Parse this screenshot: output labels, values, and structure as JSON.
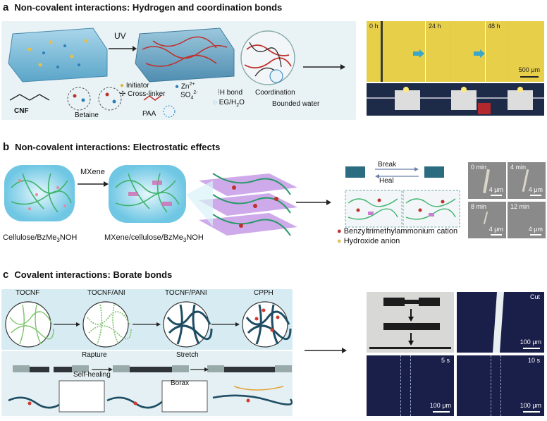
{
  "panel_a": {
    "letter": "a",
    "title": "Non-covalent interactions: Hydrogen and coordination bonds",
    "uv": "UV",
    "legend": {
      "initiator": "Initiator",
      "crosslinker": "Cross-linker",
      "zn": "Zn",
      "zn_sup": "2+",
      "so4": "SO",
      "so4_sub": "4",
      "so4_sup": "2-",
      "hbond": "H bond",
      "coordination": "Coordination",
      "eg": "EG/H",
      "eg_sub": "2",
      "eg_tail": "O",
      "bounded": "Bounded water"
    },
    "molecules": {
      "cnf": "CNF",
      "betaine": "Betaine",
      "paa": "PAA"
    },
    "time_labels": [
      "0 h",
      "24 h",
      "48 h"
    ],
    "scale": "500 μm"
  },
  "panel_b": {
    "letter": "b",
    "title": "Non-covalent interactions: Electrostatic effects",
    "mxene": "MXene",
    "label_left": "Cellulose/BzMe",
    "label_left_sub": "3",
    "label_left_tail": "NOH",
    "label_mid": "MXene/cellulose/BzMe",
    "label_mid_sub": "3",
    "label_mid_tail": "NOH",
    "break": "Break",
    "heal": "Heal",
    "legend_cation": "Benzyltrimethylammonium cation",
    "legend_anion": "Hydroxide anion",
    "micro_times": [
      "0 min",
      "4 min",
      "8 min",
      "12 min"
    ],
    "scale": "4 μm"
  },
  "panel_c": {
    "letter": "c",
    "title": "Covalent interactions: Borate bonds",
    "steps": [
      "TOCNF",
      "TOCNF/ANI",
      "TOCNF/PANI",
      "CPPH"
    ],
    "rapture": "Rapture",
    "selfheal": "Self-healing",
    "stretch": "Stretch",
    "borax": "Borax",
    "micro_labels": [
      "Cut",
      "5 s",
      "10 s"
    ],
    "scale": "100 μm"
  },
  "colors": {
    "gel_blue": "#6fb7d8",
    "panel_bg": "#d7ecf2",
    "yellow_micro": "#e7cf4a",
    "dark_micro": "#1a1f4a",
    "fiber_green": "#3fb36c",
    "mxene_purple": "#c79be6"
  }
}
